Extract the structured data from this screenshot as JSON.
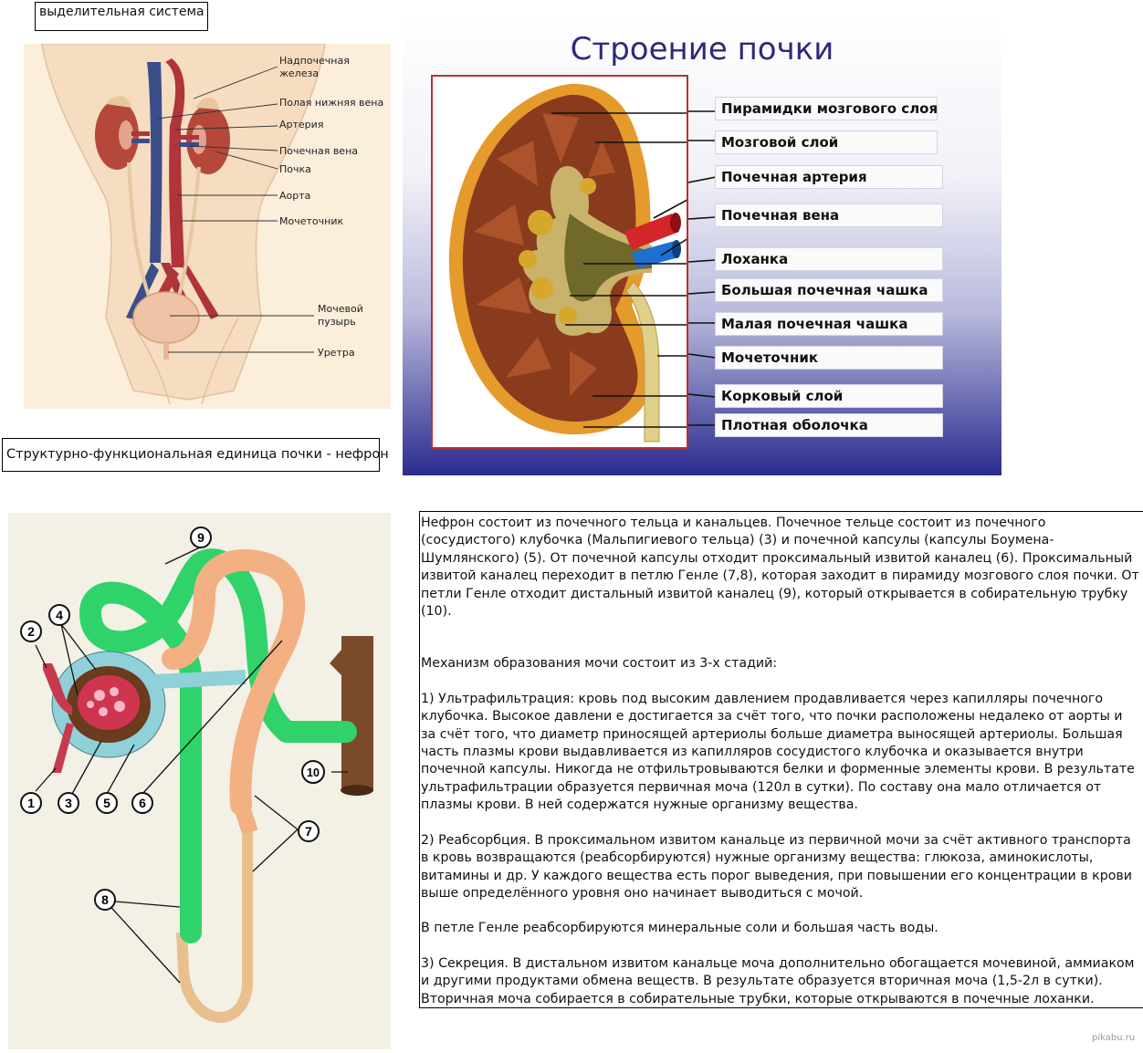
{
  "top_label": "выделительная система",
  "body_diagram": {
    "labels": {
      "adrenal": "Надпочечная\nжелеза",
      "ivc": "Полая нижняя вена",
      "artery": "Артерия",
      "renal_vein": "Почечная вена",
      "kidney": "Почка",
      "aorta": "Аорта",
      "ureter": "Мочеточник",
      "bladder": "Мочевой\nпузырь",
      "urethra": "Уретра"
    }
  },
  "kidney_slide": {
    "title": "Строение почки",
    "labels": [
      "Пирамидки мозгового слоя",
      "Мозговой слой",
      "Почечная артерия",
      "Почечная вена",
      "Лоханка",
      "Большая почечная чашка",
      "Малая почечная чашка",
      "Мочеточник",
      "Корковый слой",
      "Плотная оболочка"
    ]
  },
  "nephron_caption": "Структурно-функциональная единица почки - нефрон",
  "nephron_diagram": {
    "numbers": [
      "1",
      "2",
      "3",
      "4",
      "5",
      "6",
      "7",
      "8",
      "9",
      "10"
    ]
  },
  "text": {
    "p1": "Нефрон состоит из почечного тельца и канальцев. Почечное тельце состоит из почечного (сосудистого) клубочка (Мальпигиевого тельца) (3) и почечной капсулы (капсулы Боумена-Шумлянского) (5). От почечной капсулы отходит проксимальный извитой каналец (6). Проксимальный извитой каналец переходит в петлю Генле (7,8), которая заходит в пирамиду мозгового слоя почки. От петли Генле отходит дистальный извитой каналец (9), который открывается в собирательную трубку (10).",
    "p2": "Механизм образования мочи состоит из 3-х стадий:",
    "p3": "1) Ультрафильтрация: кровь под высоким давлением продавливается через капилляры почечного клубочка. Высокое давлени е достигается за счёт того, что почки расположены недалеко от аорты и за счёт того, что диаметр приносящей артериолы больше диаметра выносящей артериолы. Большая часть плазмы крови выдавливается из капилляров сосудистого клубочка и оказывается внутри почечной капсулы. Никогда не отфильтровываются белки и форменные элементы крови. В результате ультрафильтрации образуется первичная моча (120л в сутки). По составу она мало отличается от плазмы крови. В ней содержатся нужные организму вещества.",
    "p4": "2) Реабсорбция. В проксимальном извитом канальце из первичной мочи за счёт активного транспорта в кровь возвращаются (реабсорбируются) нужные организму вещества: глюкоза, аминокислоты, витамины и др. У каждого вещества есть порог выведения, при повышении его концентрации в крови выше определённого уровня оно начинает выводиться с мочой.",
    "p5": "В петле Генле реабсорбируются минеральные соли и большая часть воды.",
    "p6": "3) Секреция. В дистальном извитом канальце моча дополнительно обогащается мочевиной, аммиаком и другими продуктами обмена веществ. В результате образуется вторичная моча (1,5-2л в сутки). Вторичная моча собирается в собирательные трубки, которые открываются в почечные лоханки."
  },
  "watermark": "pikabu.ru",
  "colors": {
    "slide_title": "#2e2a7a",
    "loop_green": "#2fd36a",
    "loop_orange": "#f2b083",
    "loop_tan": "#e9bf8e",
    "collecting_duct": "#7a4a2a",
    "body_bg": "#fbeedb",
    "slide_gradient_bottom": "#2b2b8f"
  }
}
